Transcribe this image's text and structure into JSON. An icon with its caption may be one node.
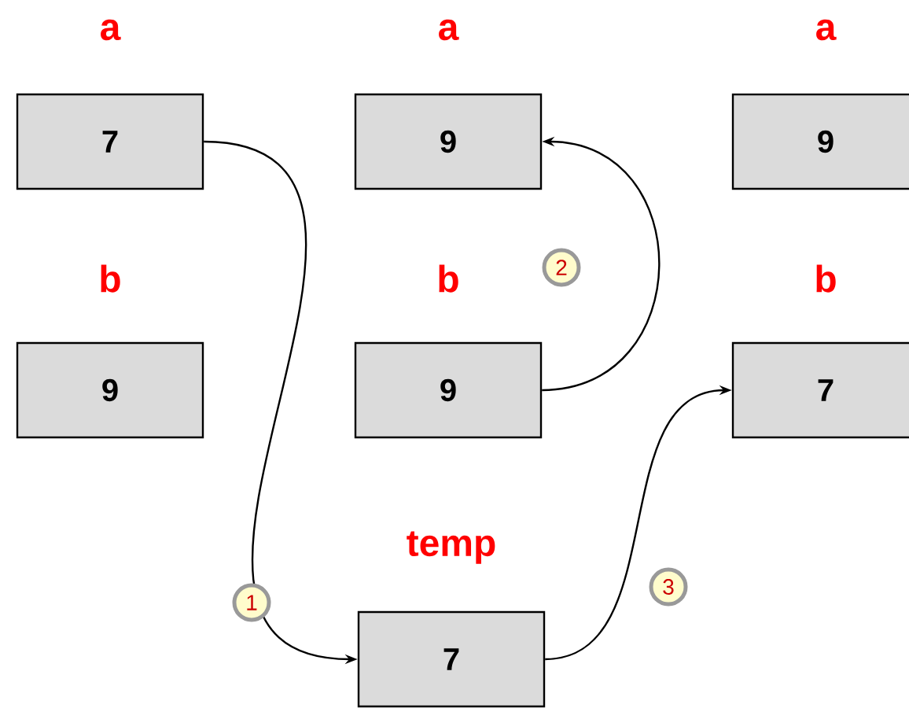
{
  "diagram": {
    "nodes": [
      {
        "text": [
          "a",
          "7"
        ]
      },
      {
        "text": [
          "a",
          "9"
        ]
      },
      {
        "text": [
          "a",
          "9"
        ]
      },
      {
        "text": [
          "b",
          "9"
        ]
      },
      {
        "text": [
          "b",
          "9"
        ]
      },
      {
        "text": [
          "b",
          "7"
        ]
      },
      {
        "text": [
          "temp",
          "7"
        ]
      }
    ],
    "edges": [
      {
        "from": 0,
        "to": 6,
        "arrow": "to"
      },
      {
        "from": 4,
        "to": 1,
        "arrow": "to"
      },
      {
        "from": 6,
        "to": 5,
        "arrow": "to"
      }
    ],
    "labels": [
      "2",
      "1",
      "3"
    ]
  }
}
